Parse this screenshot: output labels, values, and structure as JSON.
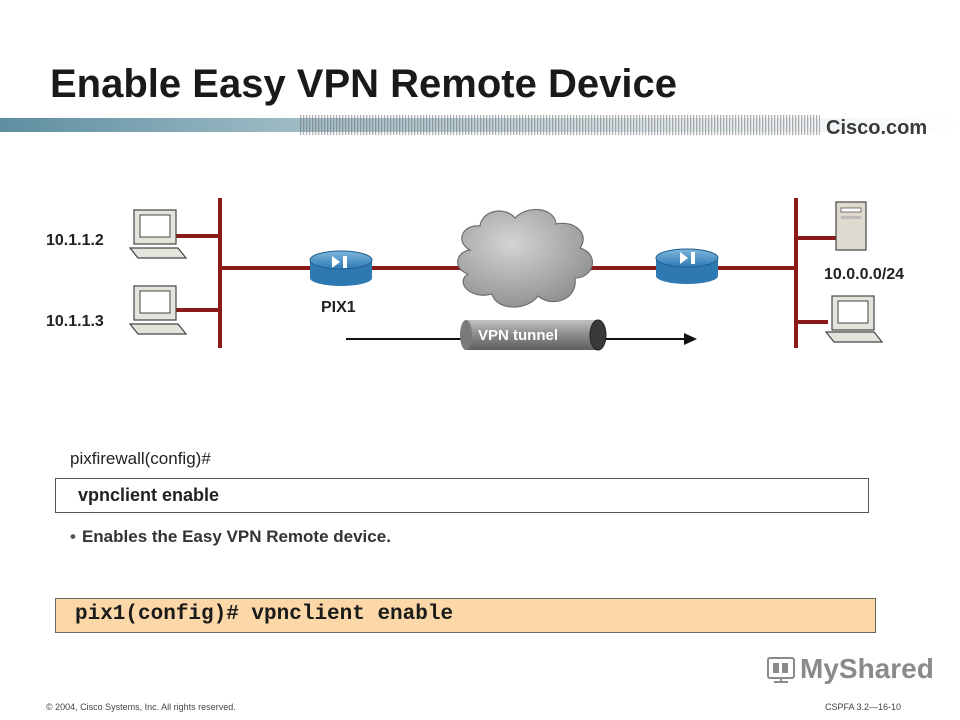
{
  "slide": {
    "title": "Enable Easy VPN Remote Device",
    "brand": "Cisco.com"
  },
  "diagram": {
    "host1_ip": "10.1.1.2",
    "host2_ip": "10.1.1.3",
    "pix_label": "PIX1",
    "tunnel_label": "VPN tunnel",
    "remote_network": "10.0.0.0/24"
  },
  "command": {
    "prompt": "pixfirewall(config)#",
    "syntax": "vpnclient enable",
    "description": "Enables the Easy VPN Remote device.",
    "example": "pix1(config)# vpnclient enable"
  },
  "footer": {
    "copyright": "© 2004, Cisco Systems, Inc. All rights reserved.",
    "course_ref": "CSPFA 3.2—16-10"
  },
  "logo": {
    "text": "MyShared"
  },
  "colors": {
    "link_line": "#9b1c1c",
    "example_bg": "#fcd7a8",
    "pix_blue": "#3f86bd",
    "cloud_gray": "#a7a7a7"
  }
}
